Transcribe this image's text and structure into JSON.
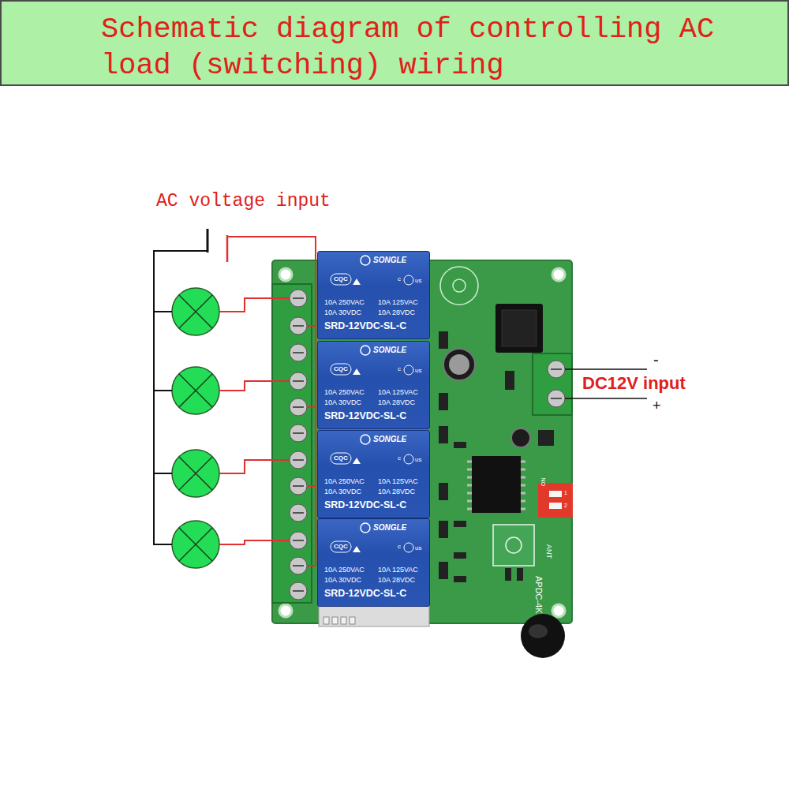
{
  "diagram": {
    "title": "Schematic diagram of controlling AC load (switching) wiring",
    "nodes": [
      {
        "text": [
          "SONGLE",
          "CQC",
          "c",
          "us",
          "10A 250VAC",
          "10A 125VAC",
          "10A 30VDC",
          "10A 28VDC",
          "SRD-12VDC-SL-C"
        ]
      },
      {
        "text": [
          "SONGLE",
          "CQC",
          "c",
          "us",
          "10A 250VAC",
          "10A 125VAC",
          "10A 30VDC",
          "10A 28VDC",
          "SRD-12VDC-SL-C"
        ]
      },
      {
        "text": [
          "SONGLE",
          "CQC",
          "c",
          "us",
          "10A 250VAC",
          "10A 125VAC",
          "10A 30VDC",
          "10A 28VDC",
          "SRD-12VDC-SL-C"
        ]
      },
      {
        "text": [
          "SONGLE",
          "CQC",
          "c",
          "us",
          "10A 250VAC",
          "10A 125VAC",
          "10A 30VDC",
          "10A 28VDC",
          "SRD-12VDC-SL-C"
        ]
      }
    ],
    "labels": [
      "AC voltage input",
      "DC12V input",
      "-",
      "+",
      "ON",
      "1",
      "2",
      "ANT",
      "APDC-4K"
    ]
  }
}
